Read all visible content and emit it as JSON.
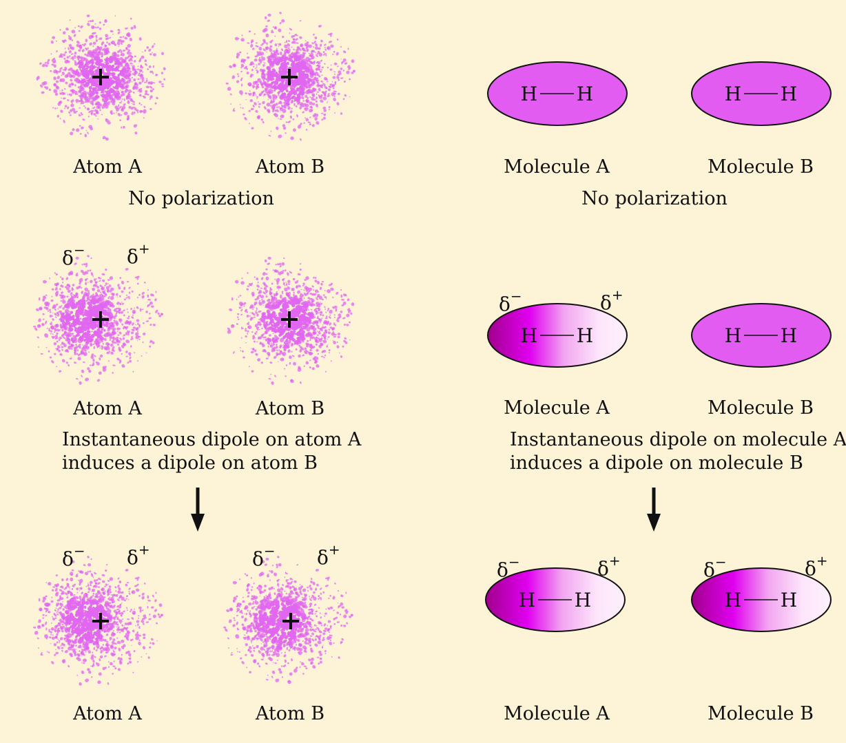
{
  "panels": {
    "atoms": {
      "row1": {
        "atom_a_label": "Atom A",
        "atom_b_label": "Atom B",
        "caption": "No polarization"
      },
      "row2": {
        "delta_minus": "δ",
        "delta_minus_sign": "−",
        "delta_plus": "δ",
        "delta_plus_sign": "+",
        "atom_a_label": "Atom A",
        "atom_b_label": "Atom B",
        "caption_line1": "Instantaneous dipole on atom A",
        "caption_line2": "induces a dipole on atom B"
      },
      "row3": {
        "delta_minus": "δ",
        "delta_minus_sign": "−",
        "delta_plus": "δ",
        "delta_plus_sign": "+",
        "atom_a_label": "Atom A",
        "atom_b_label": "Atom B"
      },
      "nucleus_symbol": "+"
    },
    "molecules": {
      "atom_symbol": "H",
      "row1": {
        "molecule_a_label": "Molecule A",
        "molecule_b_label": "Molecule B",
        "caption": "No polarization"
      },
      "row2": {
        "delta_minus": "δ",
        "delta_minus_sign": "−",
        "delta_plus": "δ",
        "delta_plus_sign": "+",
        "molecule_a_label": "Molecule A",
        "molecule_b_label": "Molecule B",
        "caption_line1": "Instantaneous dipole on molecule A",
        "caption_line2": "induces a dipole on molecule B"
      },
      "row3": {
        "delta_minus": "δ",
        "delta_minus_sign": "−",
        "delta_plus": "δ",
        "delta_plus_sign": "+",
        "molecule_a_label": "Molecule A",
        "molecule_b_label": "Molecule B"
      }
    }
  },
  "colors": {
    "background": "#fdf3d6",
    "electron_cloud": "#e066f0",
    "molecule_fill": "#e35cf2",
    "dipole_dark": "#a0008c",
    "dipole_mid": "#e000f0",
    "dipole_light": "#fde6fb"
  }
}
